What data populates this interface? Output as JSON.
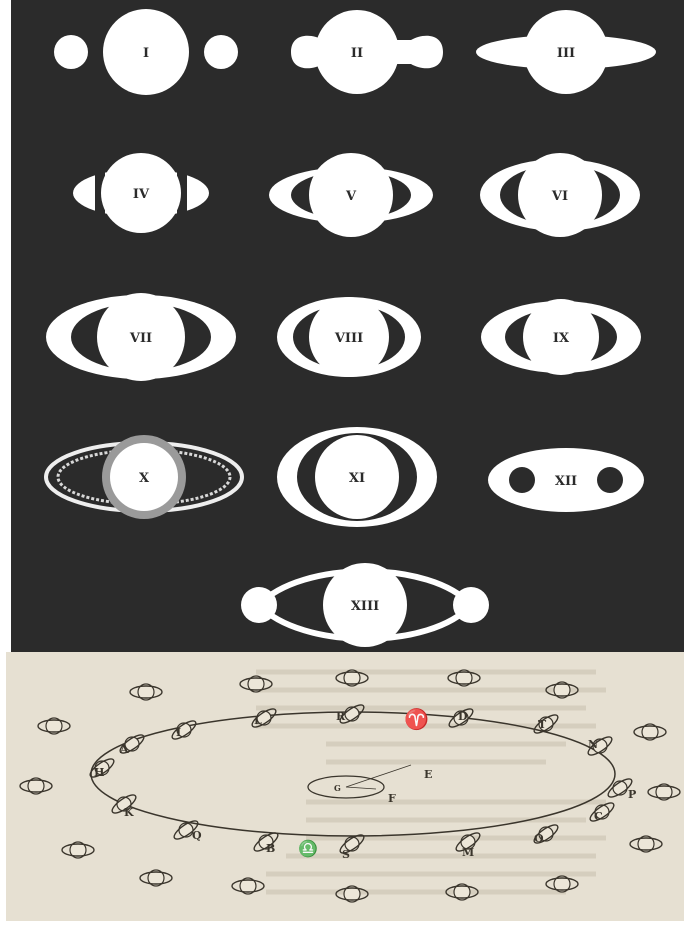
{
  "top_plate": {
    "figures": [
      {
        "label": "I"
      },
      {
        "label": "II"
      },
      {
        "label": "III"
      },
      {
        "label": "IV"
      },
      {
        "label": "V"
      },
      {
        "label": "VI"
      },
      {
        "label": "VII"
      },
      {
        "label": "VIII"
      },
      {
        "label": "IX"
      },
      {
        "label": "X"
      },
      {
        "label": "XI"
      },
      {
        "label": "XII"
      },
      {
        "label": "XIII"
      }
    ]
  },
  "bottom_plate": {
    "orbit_letters": [
      "L",
      "R",
      "D",
      "T",
      "N",
      "P",
      "C",
      "O",
      "M",
      "S",
      "B",
      "Q",
      "K",
      "H",
      "A",
      "I",
      "E",
      "F",
      "G"
    ],
    "symbols": {
      "aries": "♈",
      "libra": "♎"
    }
  },
  "colors": {
    "top_background": "#2b2b2b",
    "figure_fill": "#ffffff",
    "bottom_paper": "#e6e0d2",
    "ink": "#3a352c"
  }
}
